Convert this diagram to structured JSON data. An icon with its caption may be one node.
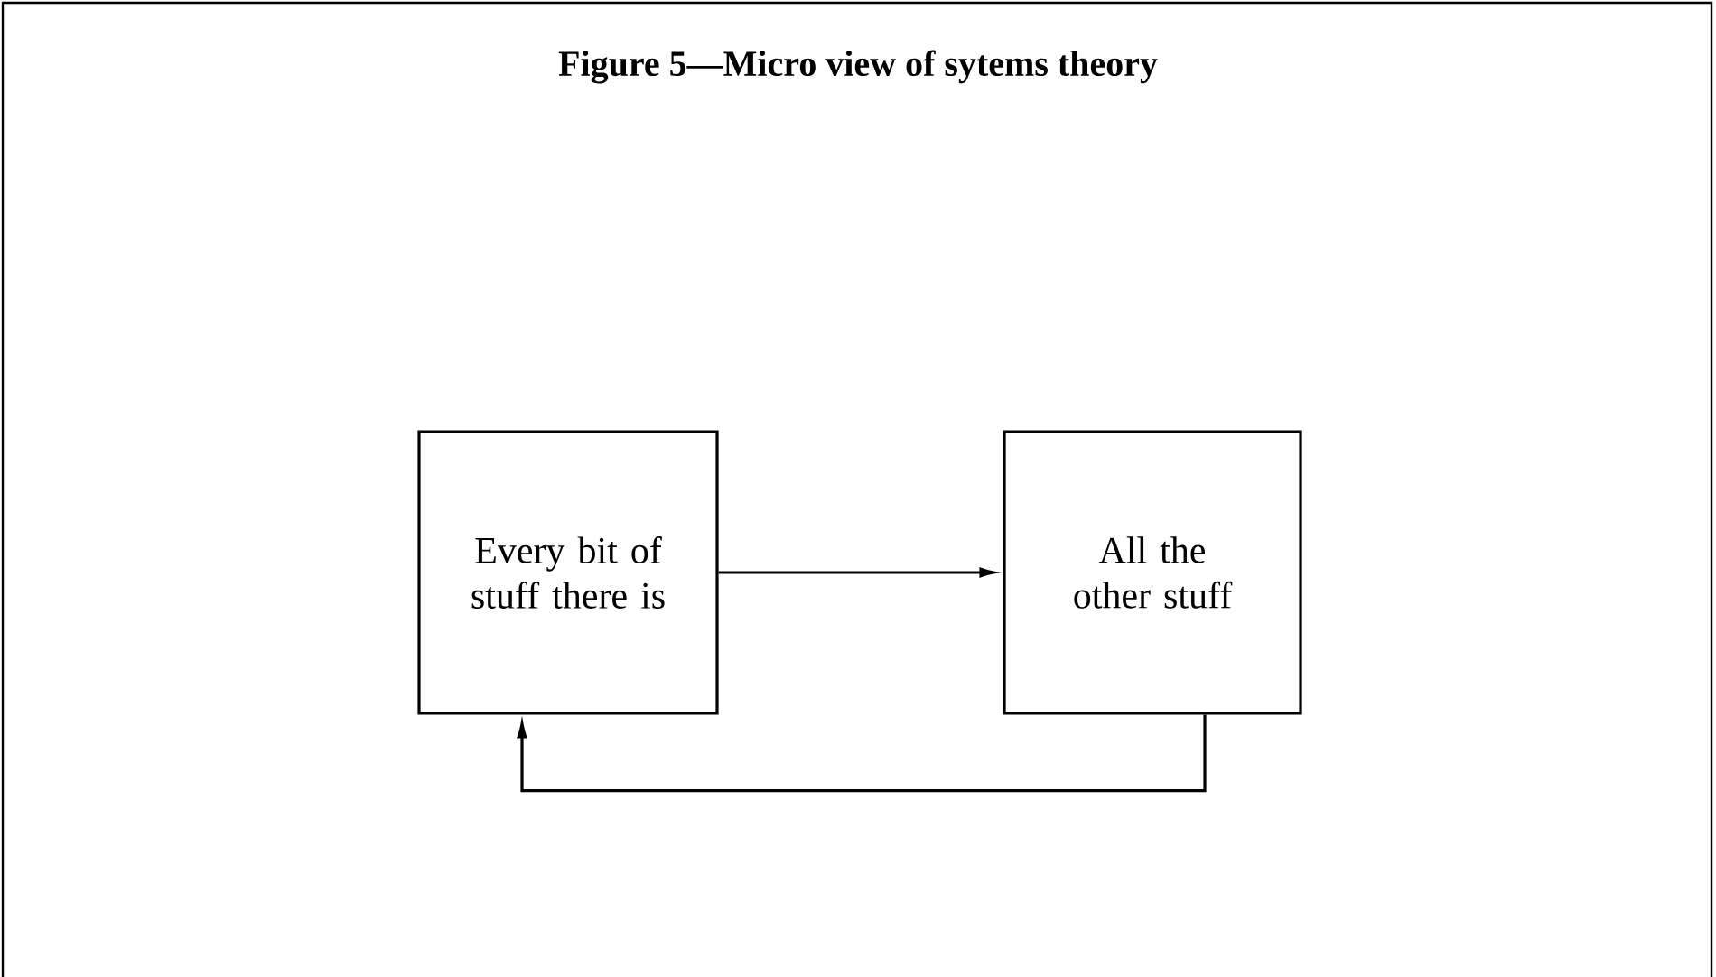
{
  "diagram": {
    "title": "Figure 5—Micro view of sytems theory",
    "nodes": [
      {
        "text": [
          "Every bit of stuff there is"
        ]
      },
      {
        "text": [
          "All the other stuff"
        ]
      }
    ],
    "edges": [
      {
        "from": 0,
        "to": 1,
        "arrow": "to"
      },
      {
        "from": 1,
        "to": 0,
        "arrow": "to"
      }
    ]
  }
}
